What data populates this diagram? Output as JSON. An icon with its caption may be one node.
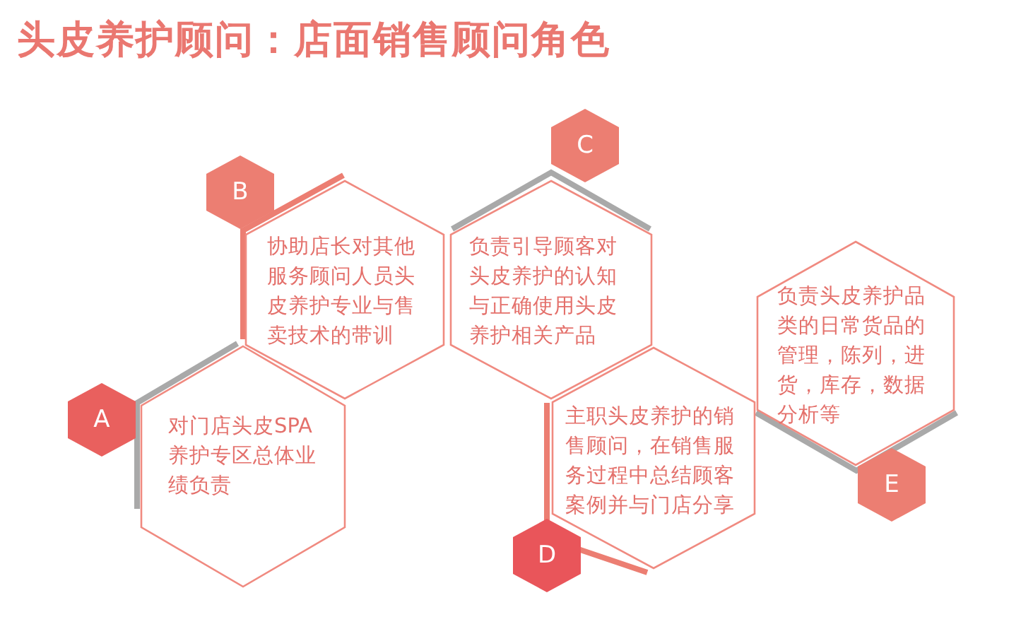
{
  "diagram": {
    "title": "头皮养护顾问：店面销售顾问角色",
    "nodes": [
      {
        "text": [
          "A"
        ]
      },
      {
        "text": [
          "对门店头皮SPA养护专区总体业绩负责"
        ]
      },
      {
        "text": [
          "B"
        ]
      },
      {
        "text": [
          "协助店长对其他服务顾问人员头皮养护专业与售卖技术的带训"
        ]
      },
      {
        "text": [
          "C"
        ]
      },
      {
        "text": [
          "负责引导顾客对头皮养护的认知与正确使用头皮养护相关产品"
        ]
      },
      {
        "text": [
          "D"
        ]
      },
      {
        "text": [
          "主职头皮养护的销售顾问，在销售服务过程中总结顾客案例并与门店分享"
        ]
      },
      {
        "text": [
          "E"
        ]
      },
      {
        "text": [
          "负责头皮养护品类的日常货品的管理，陈列，进货，库存，数据分析等"
        ]
      }
    ]
  }
}
